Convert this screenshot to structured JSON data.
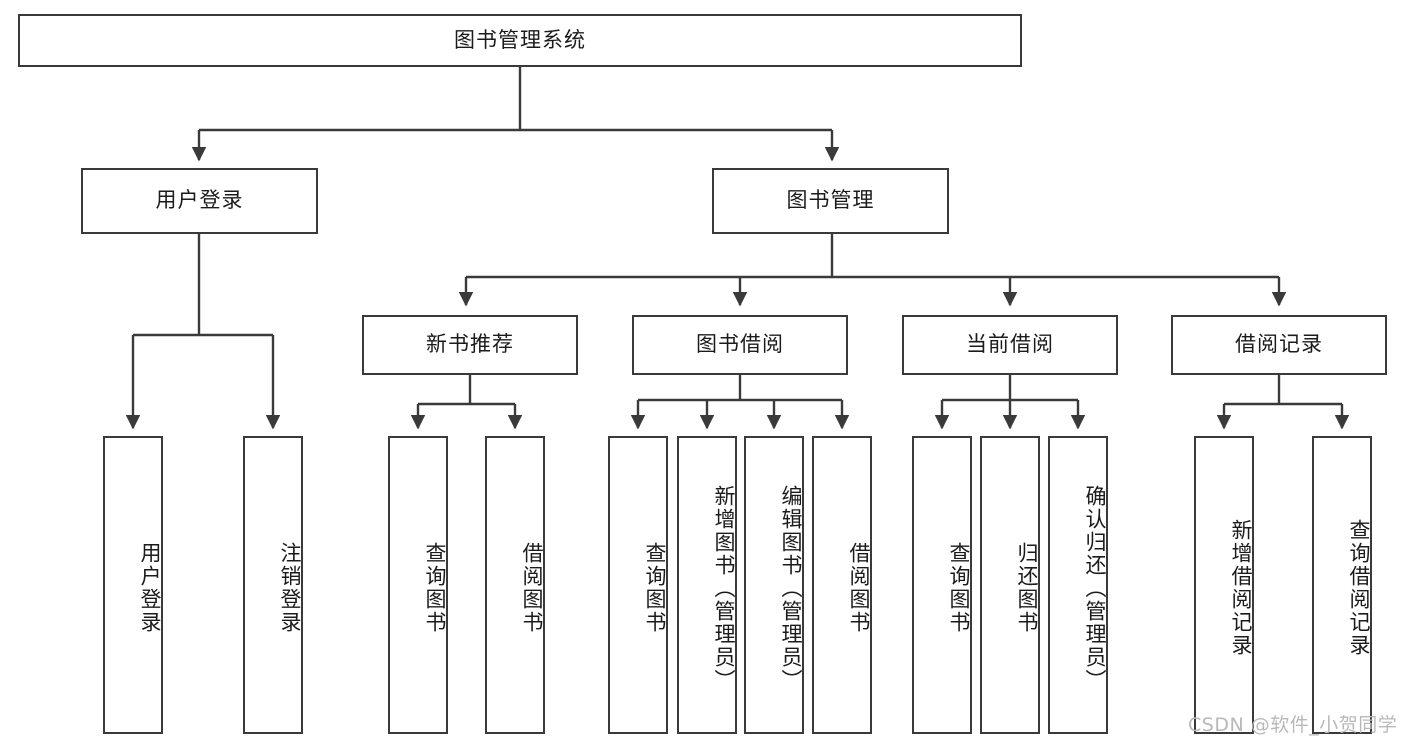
{
  "diagram": {
    "title": "图书管理系统",
    "type": "hierarchy-tree",
    "watermark": "CSDN @软件_小贺同学",
    "colors": {
      "node_border": "#3a3a3a",
      "node_fill": "#ffffff",
      "connector": "#3a3a3a",
      "text": "#1b1b1b",
      "watermark": "#b9b9b9",
      "background": "#ffffff"
    },
    "root": {
      "label": "图书管理系统"
    },
    "level2": [
      {
        "label": "用户登录"
      },
      {
        "label": "图书管理"
      }
    ],
    "level3": [
      {
        "label": "新书推荐"
      },
      {
        "label": "图书借阅"
      },
      {
        "label": "当前借阅"
      },
      {
        "label": "借阅记录"
      }
    ],
    "leaves": {
      "user_login": [
        {
          "label": "用户登录"
        },
        {
          "label": "注销登录"
        }
      ],
      "new_book_recommend": [
        {
          "label": "查询图书"
        },
        {
          "label": "借阅图书"
        }
      ],
      "book_borrow": [
        {
          "label": "查询图书"
        },
        {
          "label": "新增图书（管理员）"
        },
        {
          "label": "编辑图书（管理员）"
        },
        {
          "label": "借阅图书"
        }
      ],
      "current_borrow": [
        {
          "label": "查询图书"
        },
        {
          "label": "归还图书"
        },
        {
          "label": "确认归还（管理员）"
        }
      ],
      "borrow_record": [
        {
          "label": "新增借阅记录"
        },
        {
          "label": "查询借阅记录"
        }
      ]
    }
  }
}
